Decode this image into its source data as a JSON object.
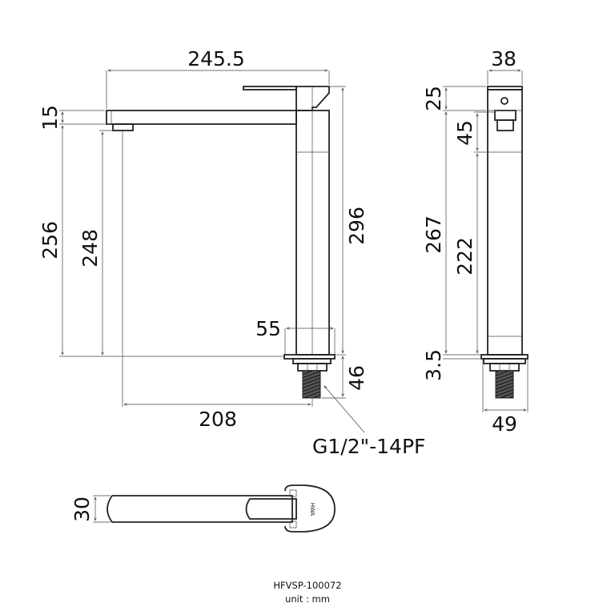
{
  "drawing": {
    "front_view": {
      "overall_length": "245.5",
      "spout_height": "15",
      "spout_outlet_height": "256",
      "aerator_height": "248",
      "total_height": "296",
      "base_width": "55",
      "thread_length": "46",
      "spout_reach": "208",
      "thread_spec": "G1/2\"-14PF"
    },
    "side_view": {
      "body_width": "38",
      "handle_height": "25",
      "spout_offset": "45",
      "body_height": "267",
      "lower_body_height": "222",
      "flange_thickness": "3.5",
      "base_diameter": "49"
    },
    "top_view": {
      "handle_width": "30",
      "logo_text": "HWA"
    },
    "footer": {
      "model_number": "HFVSP-100072",
      "unit": "unit : mm"
    }
  }
}
